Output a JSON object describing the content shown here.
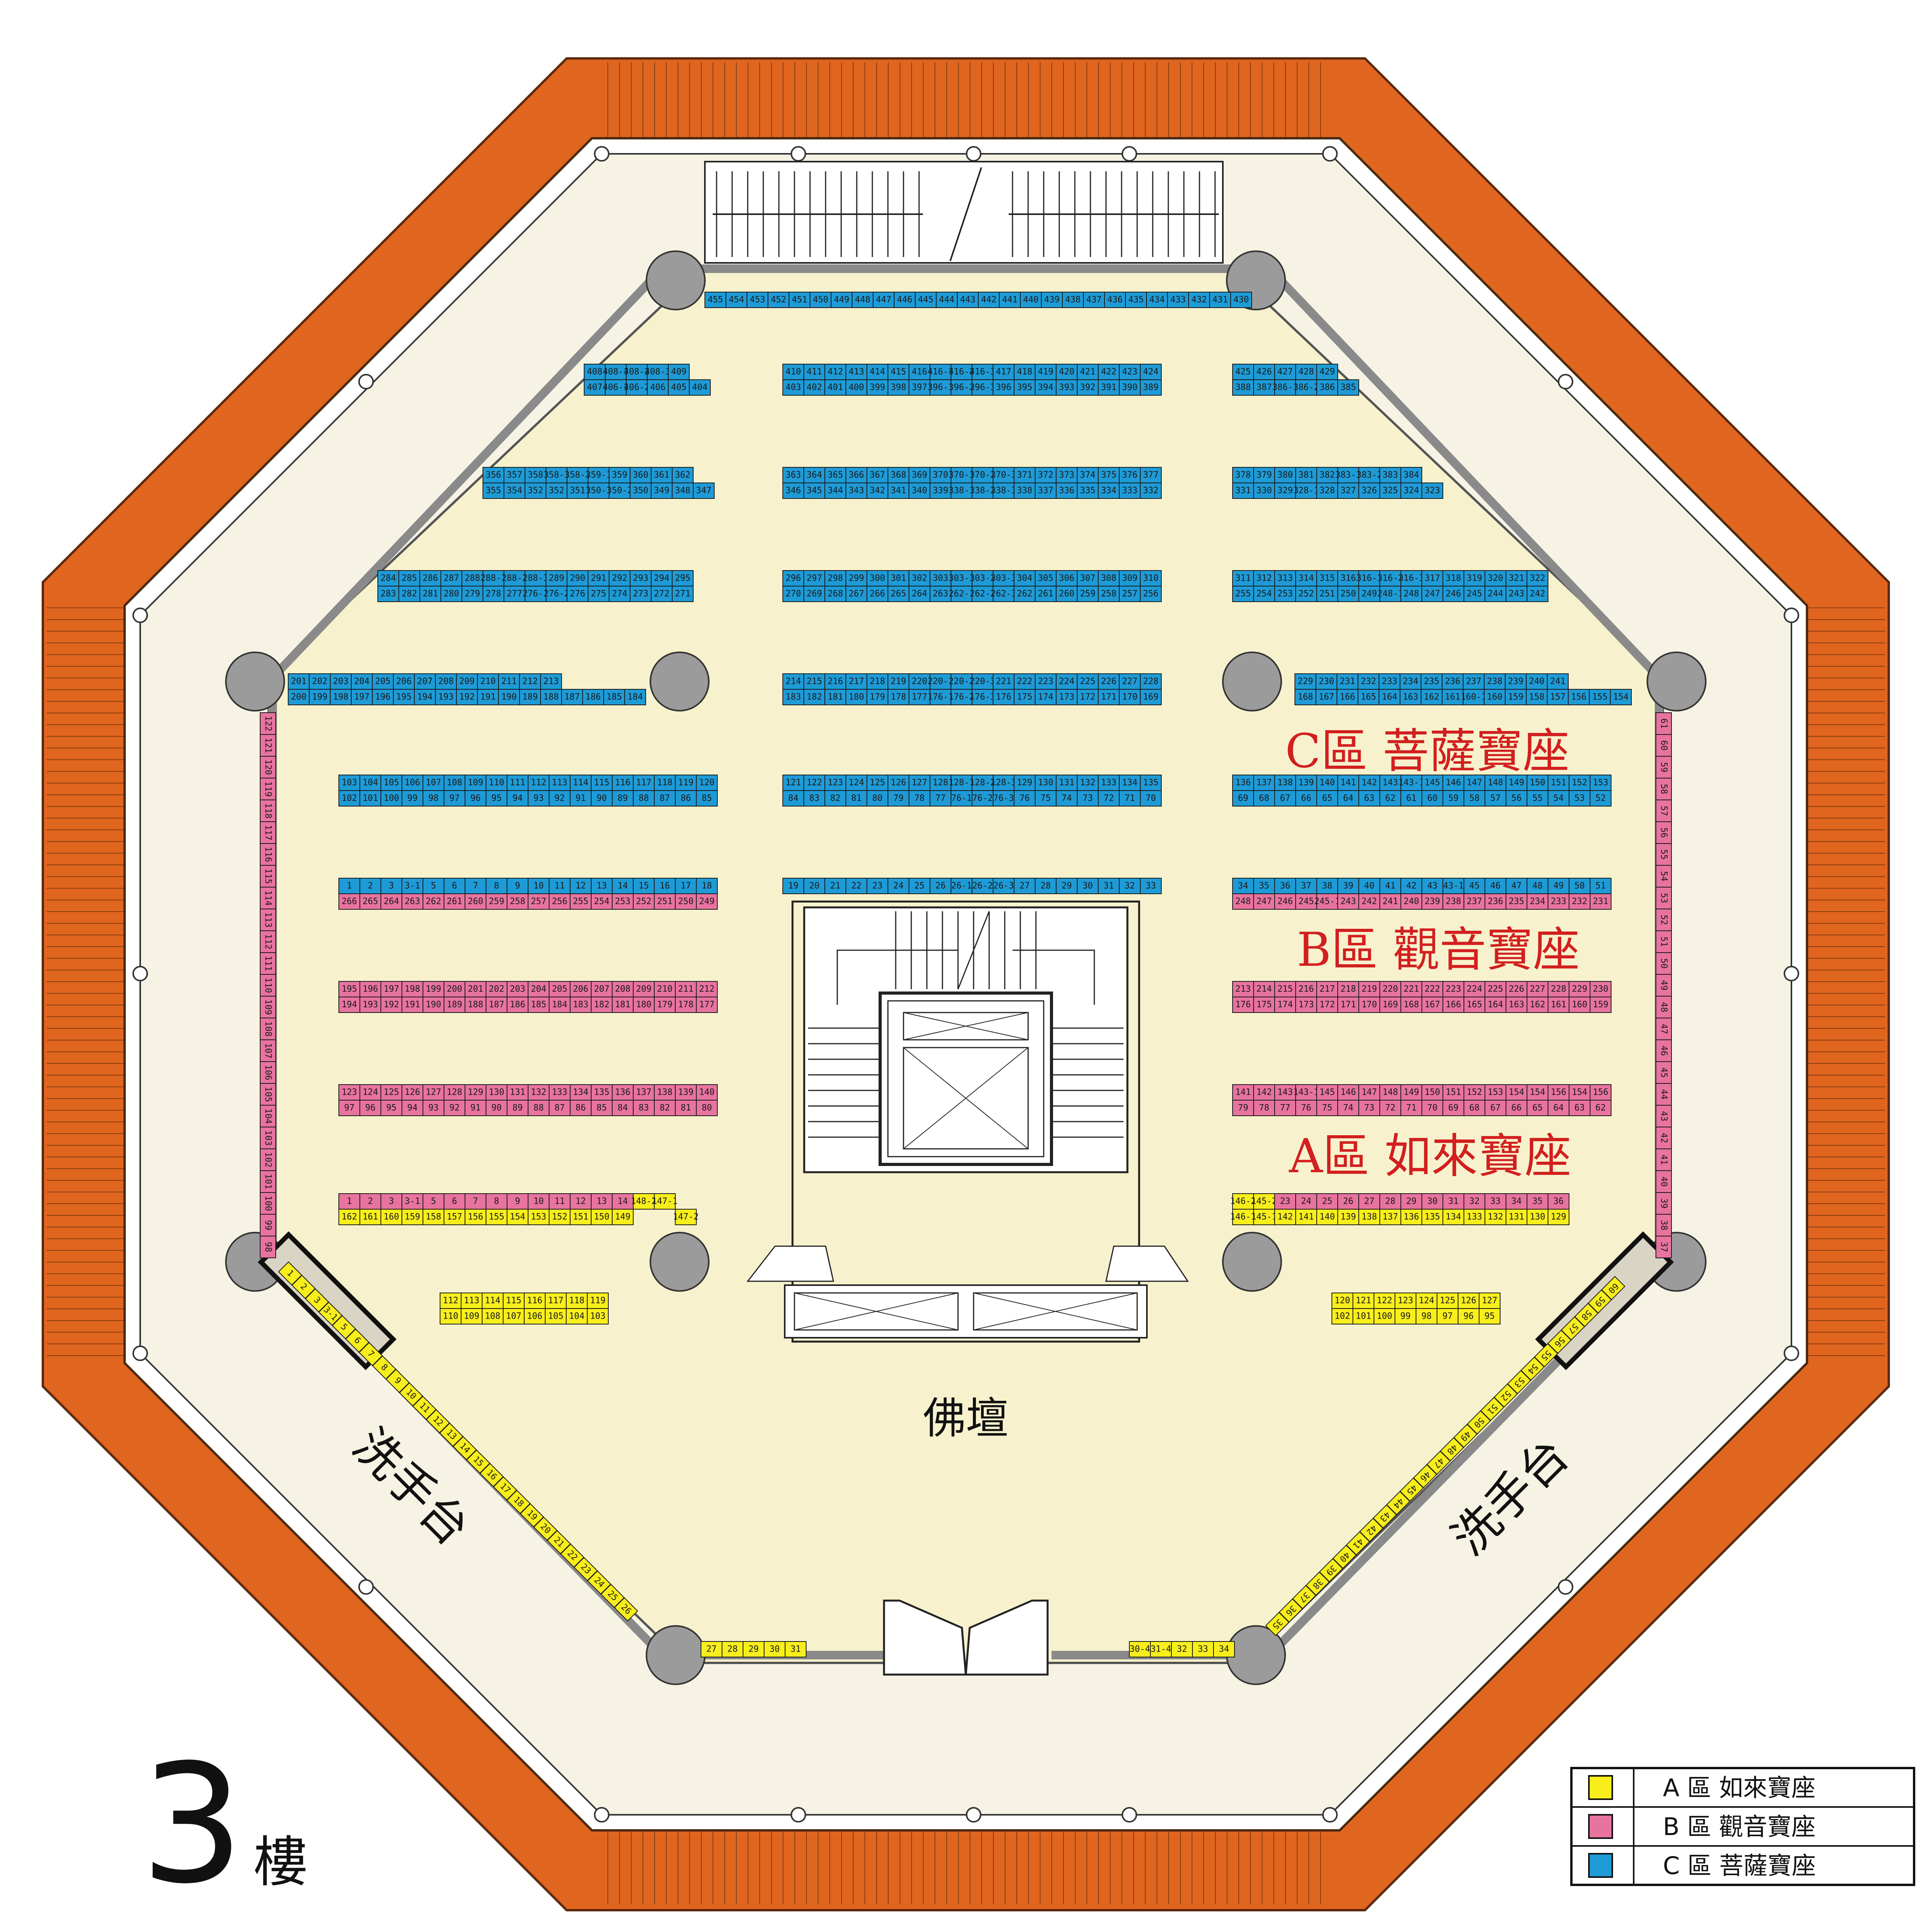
{
  "floor": {
    "number": "3",
    "unit": "樓"
  },
  "altar_label": "佛壇",
  "washbasin_label": "洗手台",
  "zones": {
    "A": {
      "label": "A區 如來寶座",
      "color": "#f7ee1c"
    },
    "B": {
      "label": "B區 觀音寶座",
      "color": "#e8739f"
    },
    "C": {
      "label": "C區 菩薩寶座",
      "color": "#1e9bd7"
    }
  },
  "legend": [
    {
      "zone": "A",
      "text": "A 區  如來寶座"
    },
    {
      "zone": "B",
      "text": "B 區  觀音寶座"
    },
    {
      "zone": "C",
      "text": "C 區  菩薩寶座"
    }
  ],
  "seat_rows": [
    {
      "zone": "C",
      "top": "455 454 453 452 451 450 449 448 447 446 445 444 443 442 441 440 439 438 437 436 435 434 433 432 431 430",
      "bottom": ""
    },
    {
      "zone": "C",
      "top": "408 408-1 408-2 408-3 409",
      "bottom": "407 406-1 406-2 406 405 404"
    },
    {
      "zone": "C",
      "top": "410 411 412 413 414 415 416 416-1 416-2 416-3 417 418 419 420 421 422 423 424",
      "bottom": "403 402 401 400 399 398 397 396-1 396-2 396-3 396 395 394 393 392 391 390 389"
    },
    {
      "zone": "C",
      "top": "425 426 427 428 429",
      "bottom": "388 387 386-1 386-2 386 385"
    },
    {
      "zone": "C",
      "top": "356 357 358 358-1 358-2 359-1 359 360 361 362",
      "bottom": "355 354 352 352 351 350-1 350-2 350 349 348 347"
    },
    {
      "zone": "C",
      "top": "363 364 365 366 367 368 369 370 370-1 370-2 370-3 371 372 373 374 375 376 377",
      "bottom": "346 345 344 343 342 341 340 339 338-1 338-2 338-3 338 337 336 335 334 333 332"
    },
    {
      "zone": "C",
      "top": "378 379 380 381 382 383-1 383-2 383 384",
      "bottom": "331 330 329 328-1 328 327 326 325 324 323"
    },
    {
      "zone": "C",
      "top": "284 285 286 287 288 288-1 288-2 288-3 289 290 291 292 293 294 295",
      "bottom": "283 282 281 280 279 278 277 276-1 276-2 276 275 274 273 272 271"
    },
    {
      "zone": "C",
      "top": "296 297 298 299 300 301 302 303 303-1 303-2 303-3 304 305 306 307 308 309 310",
      "bottom": "270 269 268 267 266 265 264 263 262-1 262-2 262-3 262 261 260 259 258 257 256"
    },
    {
      "zone": "C",
      "top": "311 312 313 314 315 316 316-1 316-2 316-3 317 318 319 320 321 322",
      "bottom": "255 254 253 252 251 250 249 248-1 248 247 246 245 244 243 242"
    },
    {
      "zone": "C",
      "top": "201 202 203 204 205 206 207 208 209 210 211 212 213",
      "bottom": "200 199 198 197 196 195 194 193 192 191 190 189 188 187 186 185 184"
    },
    {
      "zone": "C",
      "top": "214 215 216 217 218 219 220 220-1 220-2 220-3 221 222 223 224 225 226 227 228",
      "bottom": "183 182 181 180 179 178 177 176-1 176-2 176-3 176 175 174 173 172 171 170 169"
    },
    {
      "zone": "C",
      "top": "229 230 231 232 233 234 235 236 237 238 239 240 241",
      "bottom": "168 167 166 165 164 163 162 161 160-1 160 159 158 157 156 155 154"
    },
    {
      "zone": "C",
      "top": "103 104 105 106 107 108 109 110 111 112 113 114 115 116 117 118 119 120",
      "bottom": "102 101 100 99 98 97 96 95 94 93 92 91 90 89 88 87 86 85"
    },
    {
      "zone": "C",
      "top": "121 122 123 124 125 126 127 128 128-1 128-2 128-3 129 130 131 132 133 134 135",
      "bottom": "84 83 82 81 80 79 78 77 76-1 76-2 76-3 76 75 74 73 72 71 70"
    },
    {
      "zone": "C",
      "top": "136 137 138 139 140 141 142 143 143-1 145 146 147 148 149 150 151 152 153",
      "bottom": "69 68 67 66 65 64 63 62 61 60 59 58 57 56 55 54 53 52"
    },
    {
      "zone": "C",
      "top": "1 2 3 3-1 5 6 7 8 9 10 11 12 13 14 15 16 17 18",
      "bottom": "266 265 264 263 262 261 260 259 258 257 256 255 254 253 252 251 250 249",
      "bottom_zone": "B"
    },
    {
      "zone": "C",
      "top": "19 20 21 22 23 24 25 26 26-1 26-2 26-3 27 28 29 30 31 32 33",
      "bottom": ""
    },
    {
      "zone": "C",
      "top": "34 35 36 37 38 39 40 41 42 43 43-1 45 46 47 48 49 50 51",
      "bottom": "248 247 246 245 245-1 243 242 241 240 239 238 237 236 235 234 233 232 231",
      "bottom_zone": "B"
    },
    {
      "zone": "B",
      "top": "195 196 197 198 199 200 201 202 203 204 205 206 207 208 209 210 211 212",
      "bottom": "194 193 192 191 190 189 188 187 186 185 184 183 182 181 180 179 178 177"
    },
    {
      "zone": "B",
      "top": "213 214 215 216 217 218 219 220 221 222 223 224 225 226 227 228 229 230",
      "bottom": "176 175 174 173 172 171 170 169 168 167 166 165 164 163 162 161 160 159"
    },
    {
      "zone": "B",
      "top": "123 124 125 126 127 128 129 130 131 132 133 134 135 136 137 138 139 140",
      "bottom": "97 96 95 94 93 92 91 90 89 88 87 86 85 84 83 82 81 80"
    },
    {
      "zone": "B",
      "top": "141 142 143 143-1 145 146 147 148 149 150 151 152 153 154 154 156 154 156",
      "bottom": "79 78 77 76 75 74 73 72 71 70 69 68 67 66 65 64 63 62"
    },
    {
      "zone": "B",
      "top": "1 2 3 3-1 5 6 7 8 9 10 11 12 13 14",
      "bottom": "162 161 160 159 158 157 156 155 154 153 152 151 150 149",
      "bottom_zone": "A",
      "extra": "148-2 147-1 147-2"
    },
    {
      "zone": "A",
      "top": "146-2 145-2 23 24 25 26 27 28 29 30 31 32 33 34 35 36",
      "bottom": "146-1 145-1 142 141 140 139 138 137 136 135 134 133 132 131 130 129",
      "top_zone_from": 2,
      "top_zone_rest": "B"
    },
    {
      "zone": "A",
      "top": "112 113 114 115 116 117 118 119",
      "bottom": "110 109 108 107 106 105 104 103"
    },
    {
      "zone": "A",
      "top": "120 121 122 123 124 125 126 127",
      "bottom": "102 101 100 99 98 97 96 95"
    },
    {
      "zone": "A",
      "top": "27 28 29 30 31",
      "bottom": ""
    },
    {
      "zone": "A",
      "top": "30-4 31-4 32 33 34",
      "bottom": ""
    }
  ],
  "side_rows": {
    "left": "122 121 120 119 118 117 116 115 114 113 112 111 110 109 108 107 106 105 104 103 102 101 100 99 98",
    "right": "61 60 59 58 57 56 55 54 53 52 51 50 49 48 47 46 45 44 43 42 41 40 39 38 37",
    "diag_left": "1 2 3 3-1 5 6 7 8 9 10 11 12 13 14 15 16 17 18 19 20 21 22 23 24 25 26",
    "diag_right": "35 36 37 38 39 40 41 42 43 44 45 46 47 48 49 50 51 52 53 54 55 56 57 58 59 60"
  }
}
